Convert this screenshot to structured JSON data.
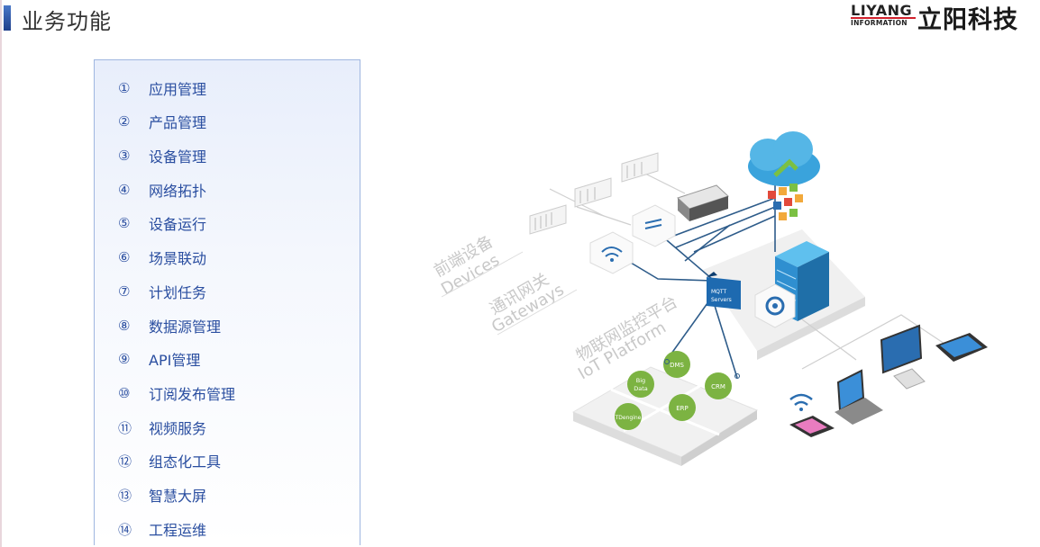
{
  "header": {
    "title": "业务功能"
  },
  "logo": {
    "en": "LIYANG",
    "en_sub": "INFORMATION",
    "cn": "立阳科技",
    "accent_color": "#d0202b"
  },
  "menu": {
    "items": [
      {
        "num": "①",
        "label": "应用管理"
      },
      {
        "num": "②",
        "label": "产品管理"
      },
      {
        "num": "③",
        "label": "设备管理"
      },
      {
        "num": "④",
        "label": "网络拓扑"
      },
      {
        "num": "⑤",
        "label": "设备运行"
      },
      {
        "num": "⑥",
        "label": "场景联动"
      },
      {
        "num": "⑦",
        "label": "计划任务"
      },
      {
        "num": "⑧",
        "label": "数据源管理"
      },
      {
        "num": "⑨",
        "label": "API管理"
      },
      {
        "num": "⑩",
        "label": "订阅发布管理"
      },
      {
        "num": "⑪",
        "label": "视频服务"
      },
      {
        "num": "⑫",
        "label": "组态化工具"
      },
      {
        "num": "⑬",
        "label": "智慧大屏"
      },
      {
        "num": "⑭",
        "label": "工程运维"
      }
    ]
  },
  "diagram": {
    "devices_cn": "前端设备",
    "devices_en": "Devices",
    "gateways_cn": "通讯网关",
    "gateways_en": "Gateways",
    "platform_cn": "物联网监控平台",
    "platform_en": "IoT Platform",
    "mqtt_line1": "MQTT",
    "mqtt_line2": "Servers",
    "modules": {
      "dms": "DMS",
      "bigdata_line1": "Big",
      "bigdata_line2": "Data",
      "crm": "CRM",
      "erp": "ERP",
      "tdengine": "TDengine"
    }
  }
}
